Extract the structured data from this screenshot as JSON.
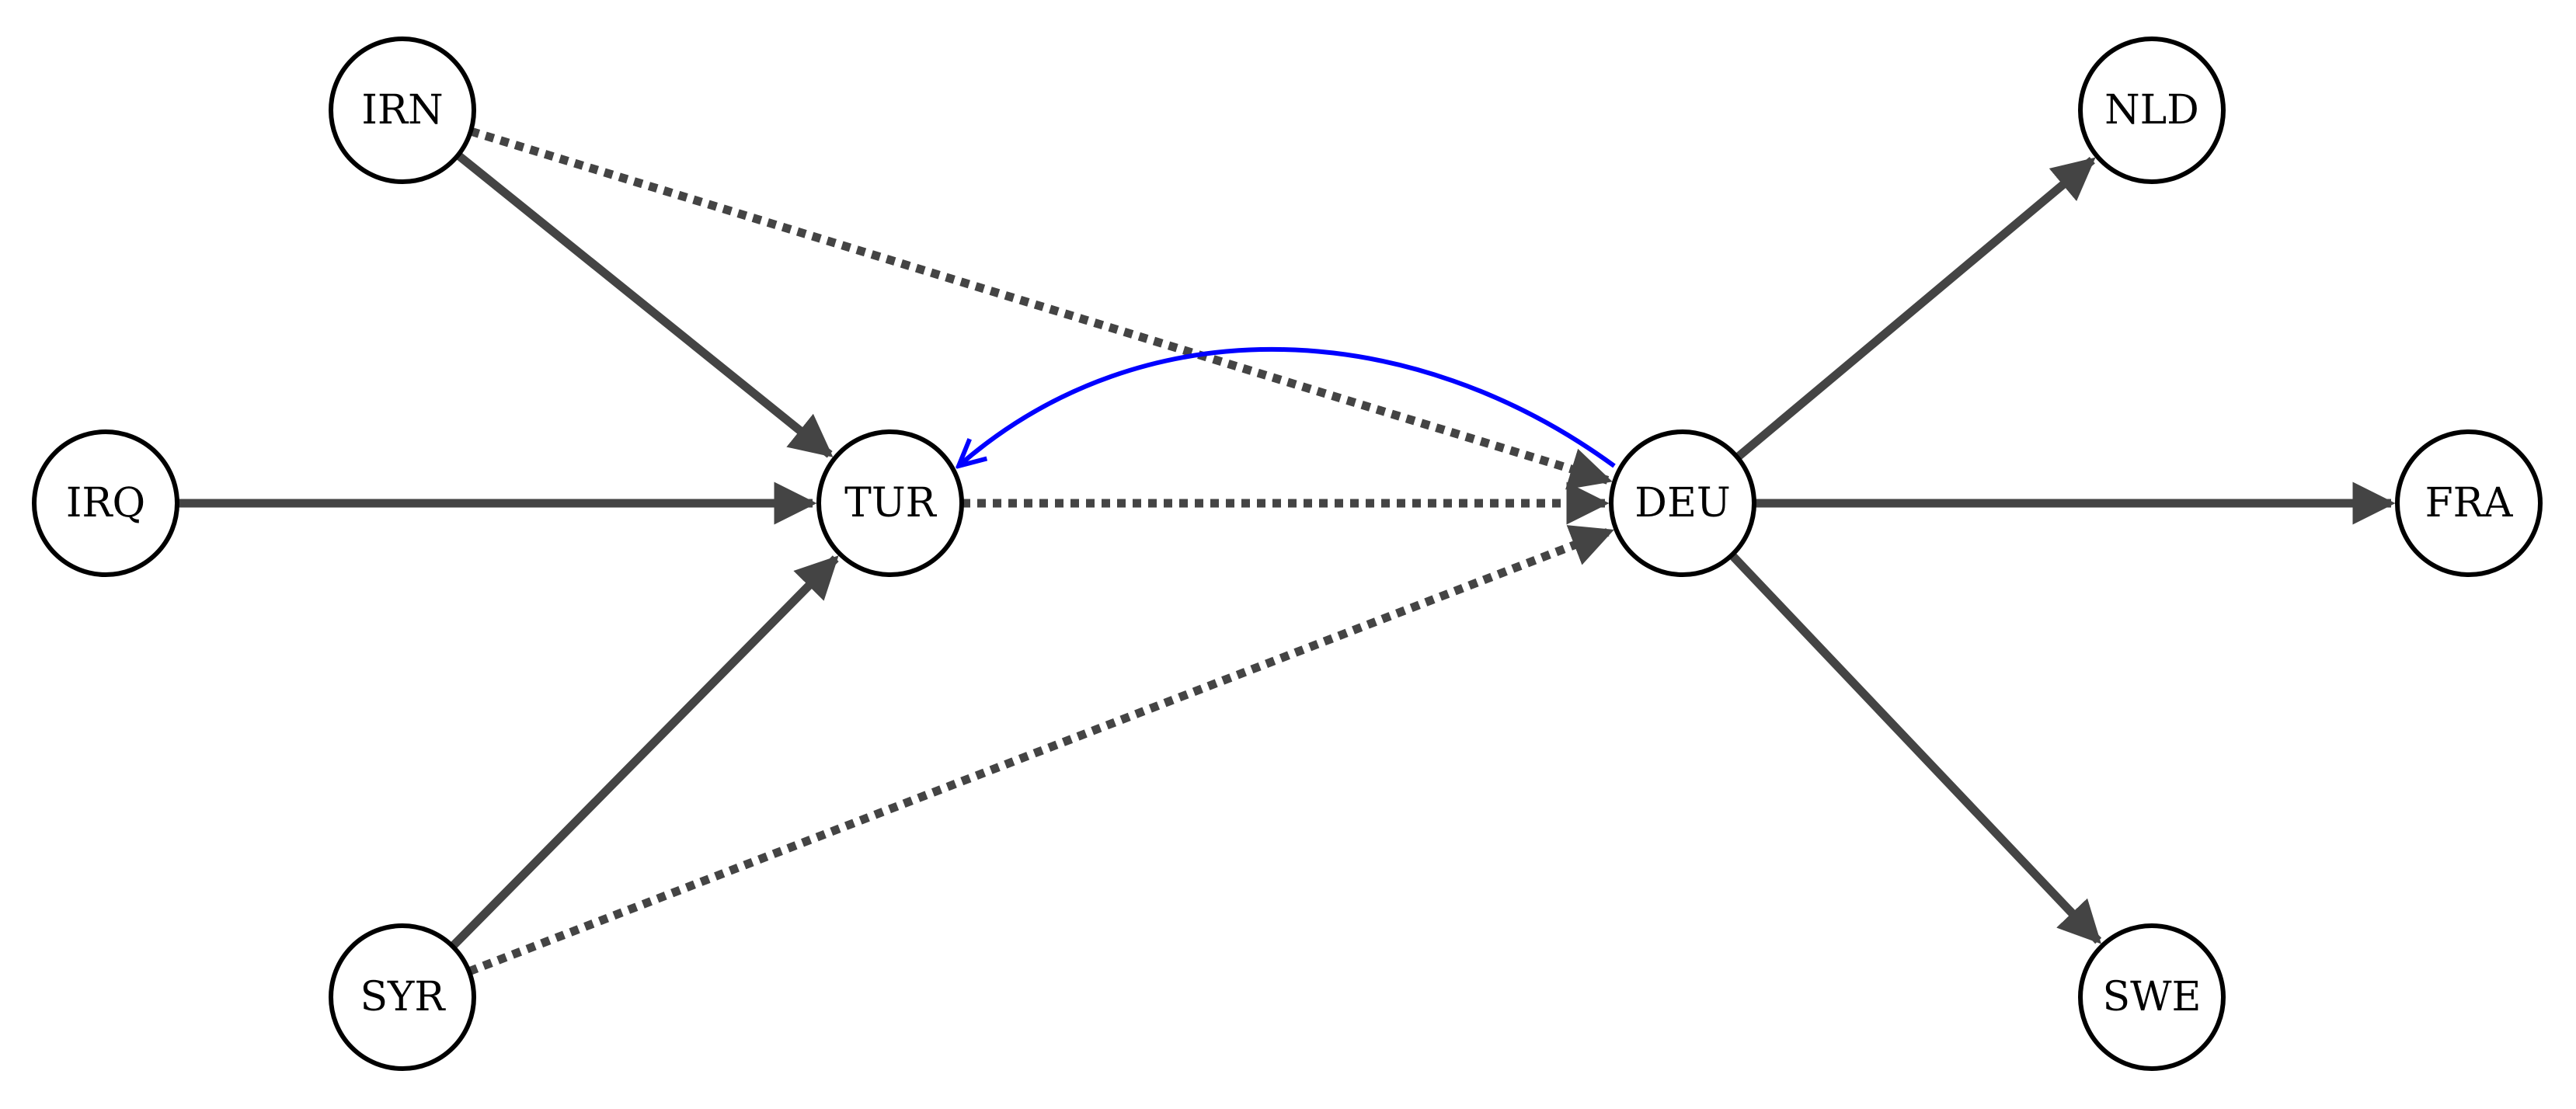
{
  "diagram": {
    "nodes": [
      {
        "id": "IRN",
        "label": "IRN"
      },
      {
        "id": "IRQ",
        "label": "IRQ"
      },
      {
        "id": "SYR",
        "label": "SYR"
      },
      {
        "id": "TUR",
        "label": "TUR"
      },
      {
        "id": "DEU",
        "label": "DEU"
      },
      {
        "id": "NLD",
        "label": "NLD"
      },
      {
        "id": "FRA",
        "label": "FRA"
      },
      {
        "id": "SWE",
        "label": "SWE"
      }
    ],
    "edges": [
      {
        "from": "IRN",
        "to": "TUR",
        "style": "solid"
      },
      {
        "from": "IRQ",
        "to": "TUR",
        "style": "solid"
      },
      {
        "from": "SYR",
        "to": "TUR",
        "style": "solid"
      },
      {
        "from": "IRN",
        "to": "DEU",
        "style": "dotted"
      },
      {
        "from": "TUR",
        "to": "DEU",
        "style": "dotted"
      },
      {
        "from": "SYR",
        "to": "DEU",
        "style": "dotted"
      },
      {
        "from": "DEU",
        "to": "NLD",
        "style": "solid"
      },
      {
        "from": "DEU",
        "to": "FRA",
        "style": "solid"
      },
      {
        "from": "DEU",
        "to": "SWE",
        "style": "solid"
      },
      {
        "from": "DEU",
        "to": "TUR",
        "style": "curved"
      }
    ],
    "colors": {
      "edge": "#444444",
      "feedback_edge": "#0000ff",
      "node_border": "#000000",
      "node_fill": "#ffffff",
      "background": "#ffffff"
    }
  }
}
